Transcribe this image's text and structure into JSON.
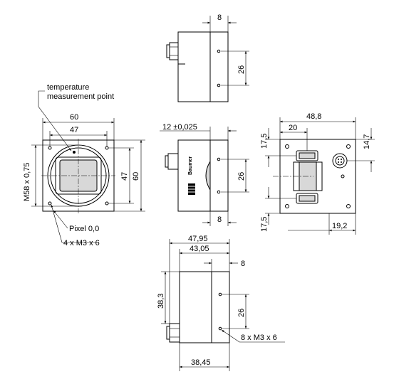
{
  "labels": {
    "temp_line1": "temperature",
    "temp_line2": "measurement point",
    "pixel": "Pixel 0,0",
    "holes_front": "4 x M3 x 6",
    "holes_bottom": "8 x M3 x 6",
    "lens_mount": "M58 x 0,75",
    "brand": "Baumer"
  },
  "dims": {
    "top_8": "8",
    "top_26": "26",
    "front_60_w": "60",
    "front_47_w": "47",
    "front_47_h": "47",
    "front_60_h": "60",
    "side_12": "12 ±0,025",
    "side_26": "26",
    "side_8": "8",
    "rear_48_8": "48,8",
    "rear_20": "20",
    "rear_17_5_top": "17,5",
    "rear_14_7": "14,7",
    "rear_17_5_bot": "17,5",
    "rear_19_2": "19,2",
    "bot_47_95": "47,95",
    "bot_43_05": "43,05",
    "bot_8": "8",
    "bot_38_3": "38,3",
    "bot_26": "26",
    "bot_38_45": "38,45"
  }
}
